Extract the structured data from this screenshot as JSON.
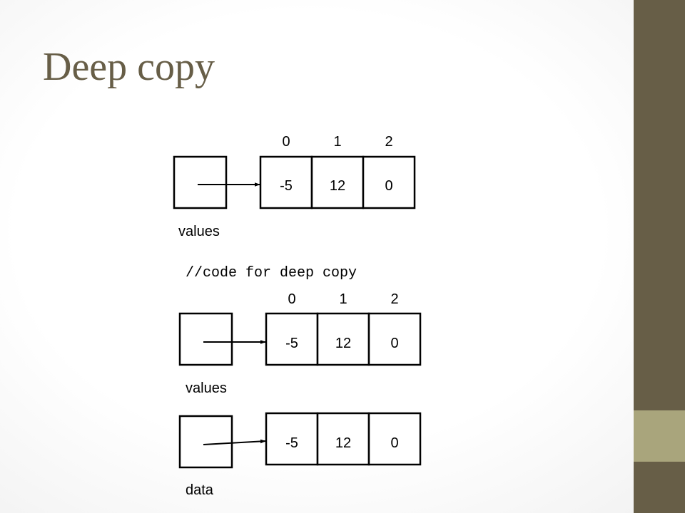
{
  "slide": {
    "title": "Deep copy",
    "colors": {
      "title": "#675e47",
      "sidebar": "#675e47",
      "sidebar_band": "#a9a57c"
    }
  },
  "diagram1": {
    "indices": [
      "0",
      "1",
      "2"
    ],
    "cells": [
      "-5",
      "12",
      "0"
    ],
    "var_label": "values"
  },
  "code_comment": "//code for deep copy",
  "diagram2": {
    "indices": [
      "0",
      "1",
      "2"
    ],
    "values_cells": [
      "-5",
      "12",
      "0"
    ],
    "values_label": "values",
    "data_cells": [
      "-5",
      "12",
      "0"
    ],
    "data_label": "data"
  }
}
